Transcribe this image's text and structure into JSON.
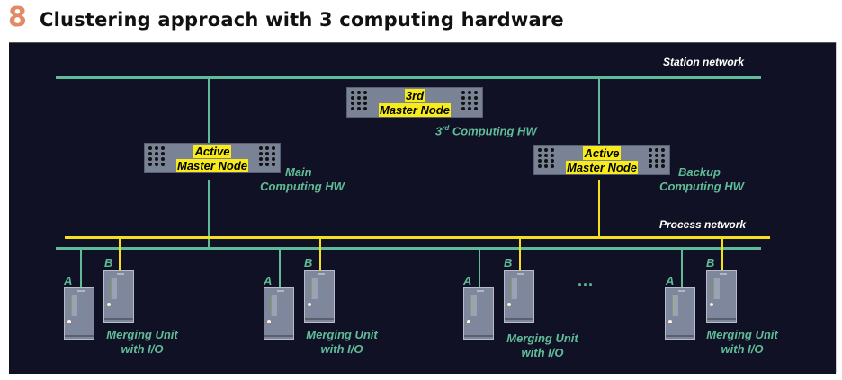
{
  "figure": {
    "number": "8",
    "title": "Clustering approach with 3 computing hardware"
  },
  "networks": {
    "station": "Station network",
    "process": "Process network"
  },
  "nodes": {
    "third": {
      "line1": "3rd",
      "line2": "Master Node",
      "hw_label": "3rd Computing HW",
      "hw_sup": "rd",
      "hw_prefix": "3",
      "hw_suffix": " Computing HW"
    },
    "main": {
      "line1": "Active",
      "line2": "Master Node",
      "hw_line1": "Main",
      "hw_line2": "Computing HW"
    },
    "backup": {
      "line1": "Active",
      "line2": "Master Node",
      "hw_line1": "Backup",
      "hw_line2": "Computing HW"
    }
  },
  "merging_units": [
    {
      "a": "A",
      "b": "B",
      "line1": "Merging Unit",
      "line2": "with I/O"
    },
    {
      "a": "A",
      "b": "B",
      "line1": "Merging Unit",
      "line2": "with I/O"
    },
    {
      "a": "A",
      "b": "B",
      "line1": "Merging Unit",
      "line2": "with I/O"
    },
    {
      "a": "A",
      "b": "B",
      "line1": "Merging Unit",
      "line2": "with I/O"
    }
  ],
  "ellipsis": "...",
  "colors": {
    "background": "#111125",
    "station_network": "#5fbb98",
    "process_network": "#f5e11a",
    "label_text": "#5fbb98",
    "figure_number": "#e08a66"
  }
}
